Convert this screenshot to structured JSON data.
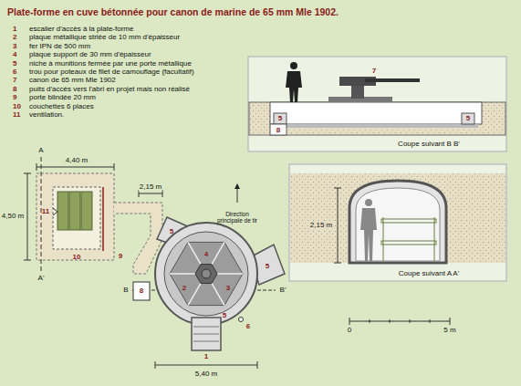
{
  "diagram": {
    "title": "Plate-forme en cuve bétonnée pour canon de marine de 65 mm Mle 1902.",
    "labels": [
      "1",
      "escalier d'accès à la plate-forme",
      "2",
      "plaque métallique striée de 10 mm d'épaisseur",
      "3",
      "fer IPN de 500 mm",
      "4",
      "plaque support de 30 mm d'épaisseur",
      "5",
      "niche à munitions fermée par une porte métallique",
      "6",
      "trou pour poteaux de filet de camouflage (facultatif)",
      "7",
      "canon de 65 mm Mle 1902",
      "8",
      "puits d'accès vers l'abri en projet mais non réalisé",
      "9",
      "porte blindée 20 mm",
      "10",
      "couchettes 6 places",
      "11",
      "ventilation.",
      "A",
      "4,40 m",
      "4,50 m",
      "2,15 m",
      "Direction principale de tir",
      "11",
      "10",
      "9",
      "5",
      "5",
      "5",
      "4",
      "3",
      "2",
      "1",
      "6",
      "8",
      "A'",
      "B",
      "B'",
      "5,40 m",
      "7",
      "5",
      "5",
      "8",
      "Coupe suivant B B'",
      "2,15 m",
      "Coupe suivant A A'",
      "0",
      "5 m"
    ]
  }
}
